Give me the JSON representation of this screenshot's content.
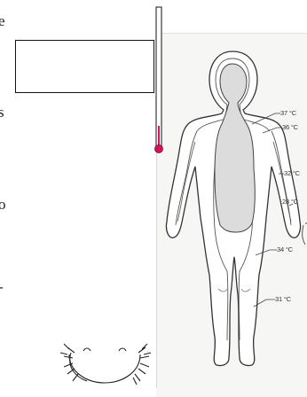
{
  "margin_fragments": [
    "e",
    "s",
    "o",
    "-"
  ],
  "temperature_labels": [
    {
      "text": "37 °C",
      "zone": "core-inner"
    },
    {
      "text": "36 °C",
      "zone": "core-outer"
    },
    {
      "text": "32 °C",
      "zone": "arm"
    },
    {
      "text": "28 °C",
      "zone": "hand"
    },
    {
      "text": "34 °C",
      "zone": "thigh"
    },
    {
      "text": "31 °C",
      "zone": "lower-leg"
    }
  ],
  "callout_box": {
    "text": ""
  },
  "colors": {
    "thermometer_bulb": "#d4145a",
    "core_fill": "#dcdcdc",
    "outline": "#333333"
  }
}
